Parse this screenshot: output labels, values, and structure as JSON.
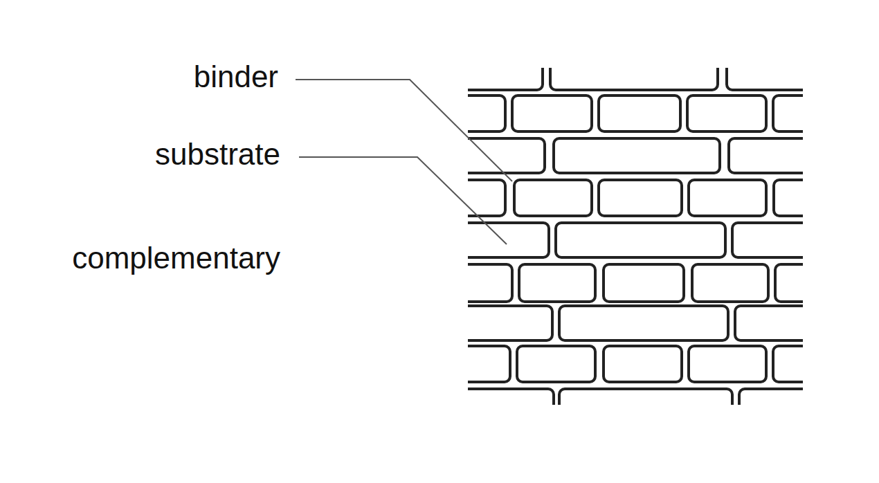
{
  "diagram": {
    "labels": [
      "binder",
      "substrate",
      "complementary"
    ]
  }
}
